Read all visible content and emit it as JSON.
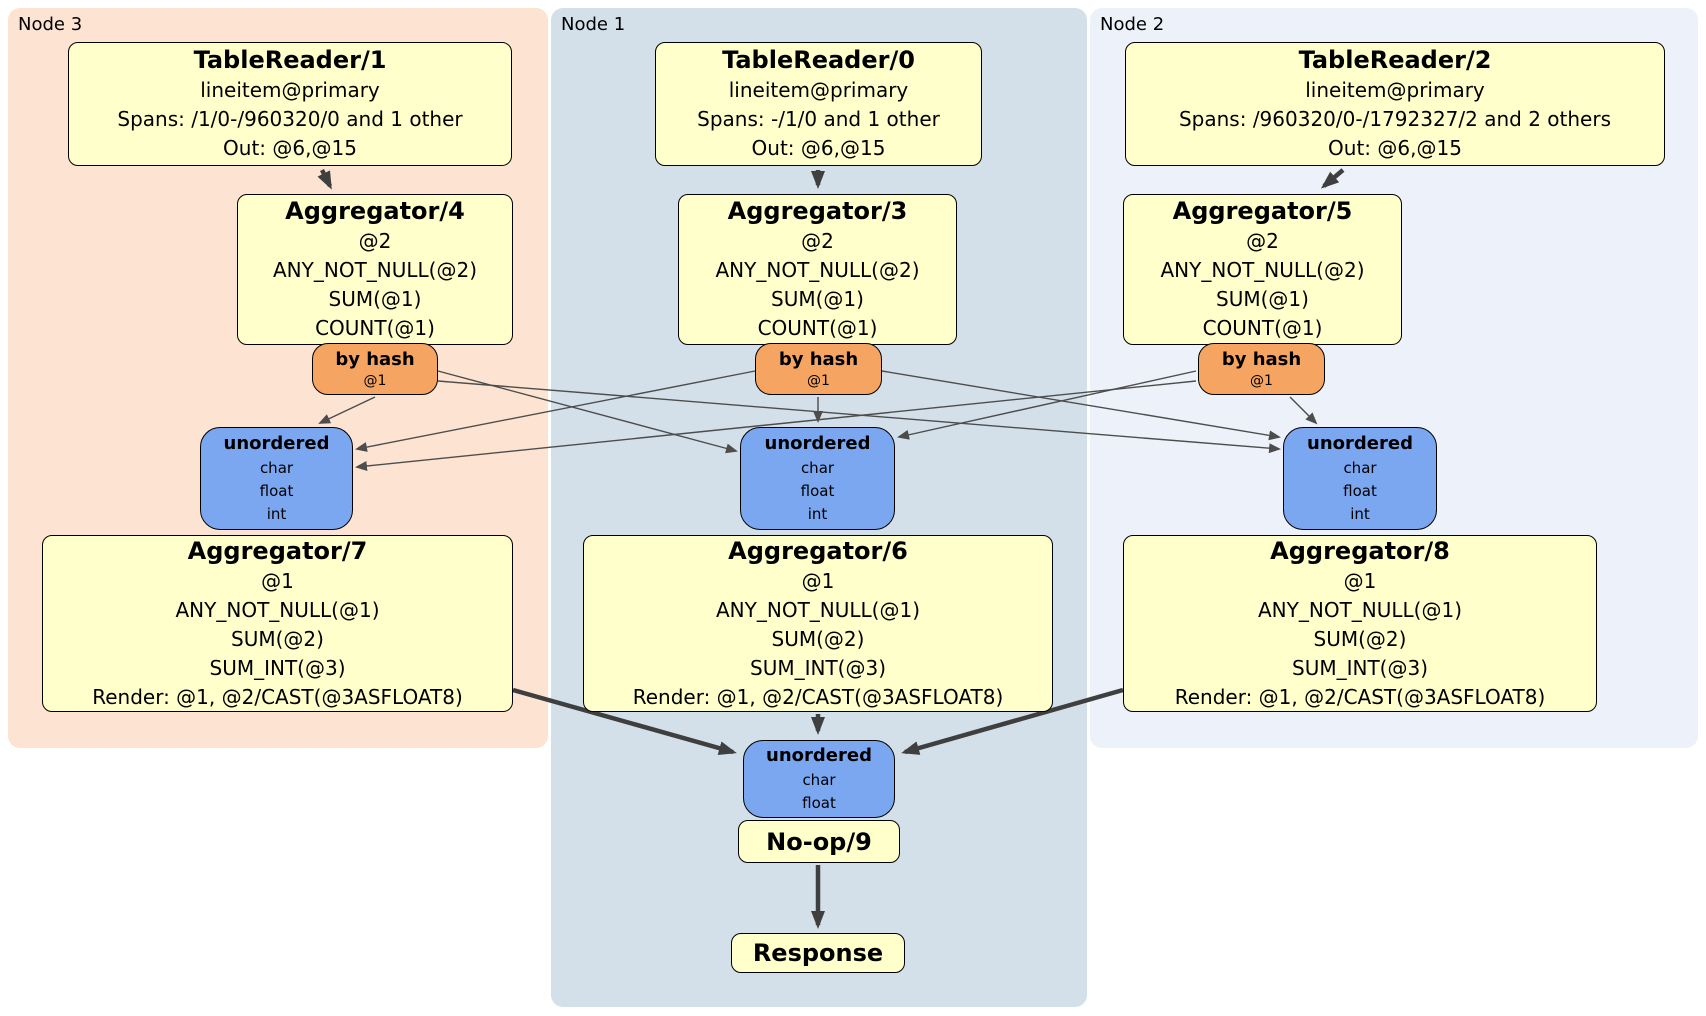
{
  "regions": [
    {
      "label": "Node 3",
      "color": "#fce3d2"
    },
    {
      "label": "Node 1",
      "color": "#d3e0e9"
    },
    {
      "label": "Node 2",
      "color": "#edf1fa"
    }
  ],
  "colors": {
    "processor_fill": "#ffffcc",
    "router_fill": "#f5a462",
    "sync_fill": "#7ba6f0",
    "edge_thin": "#4d4d4d",
    "edge_thick": "#3f3f3f",
    "border": "#000000"
  },
  "boxes": {
    "tr1": {
      "title": "TableReader/1",
      "lines": [
        "lineitem@primary",
        "Spans: /1/0-/960320/0 and 1 other",
        "Out: @6,@15"
      ]
    },
    "tr0": {
      "title": "TableReader/0",
      "lines": [
        "lineitem@primary",
        "Spans: -/1/0 and 1 other",
        "Out: @6,@15"
      ]
    },
    "tr2": {
      "title": "TableReader/2",
      "lines": [
        "lineitem@primary",
        "Spans: /960320/0-/1792327/2 and 2 others",
        "Out: @6,@15"
      ]
    },
    "agg4": {
      "title": "Aggregator/4",
      "lines": [
        "@2",
        "ANY_NOT_NULL(@2)",
        "SUM(@1)",
        "COUNT(@1)"
      ]
    },
    "agg3": {
      "title": "Aggregator/3",
      "lines": [
        "@2",
        "ANY_NOT_NULL(@2)",
        "SUM(@1)",
        "COUNT(@1)"
      ]
    },
    "agg5": {
      "title": "Aggregator/5",
      "lines": [
        "@2",
        "ANY_NOT_NULL(@2)",
        "SUM(@1)",
        "COUNT(@1)"
      ]
    },
    "agg7": {
      "title": "Aggregator/7",
      "lines": [
        "@1",
        "ANY_NOT_NULL(@1)",
        "SUM(@2)",
        "SUM_INT(@3)",
        "Render: @1, @2/CAST(@3ASFLOAT8)"
      ]
    },
    "agg6": {
      "title": "Aggregator/6",
      "lines": [
        "@1",
        "ANY_NOT_NULL(@1)",
        "SUM(@2)",
        "SUM_INT(@3)",
        "Render: @1, @2/CAST(@3ASFLOAT8)"
      ]
    },
    "agg8": {
      "title": "Aggregator/8",
      "lines": [
        "@1",
        "ANY_NOT_NULL(@1)",
        "SUM(@2)",
        "SUM_INT(@3)",
        "Render: @1, @2/CAST(@3ASFLOAT8)"
      ]
    },
    "hash_left": {
      "title": "by hash",
      "lines": [
        "@1"
      ]
    },
    "hash_center": {
      "title": "by hash",
      "lines": [
        "@1"
      ]
    },
    "hash_right": {
      "title": "by hash",
      "lines": [
        "@1"
      ]
    },
    "sync_left": {
      "title": "unordered",
      "lines": [
        "char",
        "float",
        "int"
      ]
    },
    "sync_center": {
      "title": "unordered",
      "lines": [
        "char",
        "float",
        "int"
      ]
    },
    "sync_right": {
      "title": "unordered",
      "lines": [
        "char",
        "float",
        "int"
      ]
    },
    "sync_final": {
      "title": "unordered",
      "lines": [
        "char",
        "float"
      ]
    },
    "noop": {
      "title": "No-op/9"
    },
    "response": {
      "title": "Response"
    }
  },
  "edges": [
    {
      "from": "TableReader/1",
      "to": "Aggregator/4",
      "style": "thick"
    },
    {
      "from": "TableReader/0",
      "to": "Aggregator/3",
      "style": "thick"
    },
    {
      "from": "TableReader/2",
      "to": "Aggregator/5",
      "style": "thick"
    },
    {
      "from": "by hash (node 3)",
      "to": "unordered (node 3)",
      "style": "thin"
    },
    {
      "from": "by hash (node 3)",
      "to": "unordered (node 1)",
      "style": "thin"
    },
    {
      "from": "by hash (node 3)",
      "to": "unordered (node 2)",
      "style": "thin"
    },
    {
      "from": "by hash (node 1)",
      "to": "unordered (node 3)",
      "style": "thin"
    },
    {
      "from": "by hash (node 1)",
      "to": "unordered (node 1)",
      "style": "thin"
    },
    {
      "from": "by hash (node 1)",
      "to": "unordered (node 2)",
      "style": "thin"
    },
    {
      "from": "by hash (node 2)",
      "to": "unordered (node 3)",
      "style": "thin"
    },
    {
      "from": "by hash (node 2)",
      "to": "unordered (node 1)",
      "style": "thin"
    },
    {
      "from": "by hash (node 2)",
      "to": "unordered (node 2)",
      "style": "thin"
    },
    {
      "from": "Aggregator/7",
      "to": "unordered (final)",
      "style": "thick"
    },
    {
      "from": "Aggregator/6",
      "to": "unordered (final)",
      "style": "thick"
    },
    {
      "from": "Aggregator/8",
      "to": "unordered (final)",
      "style": "thick"
    },
    {
      "from": "No-op/9",
      "to": "Response",
      "style": "thick"
    }
  ]
}
